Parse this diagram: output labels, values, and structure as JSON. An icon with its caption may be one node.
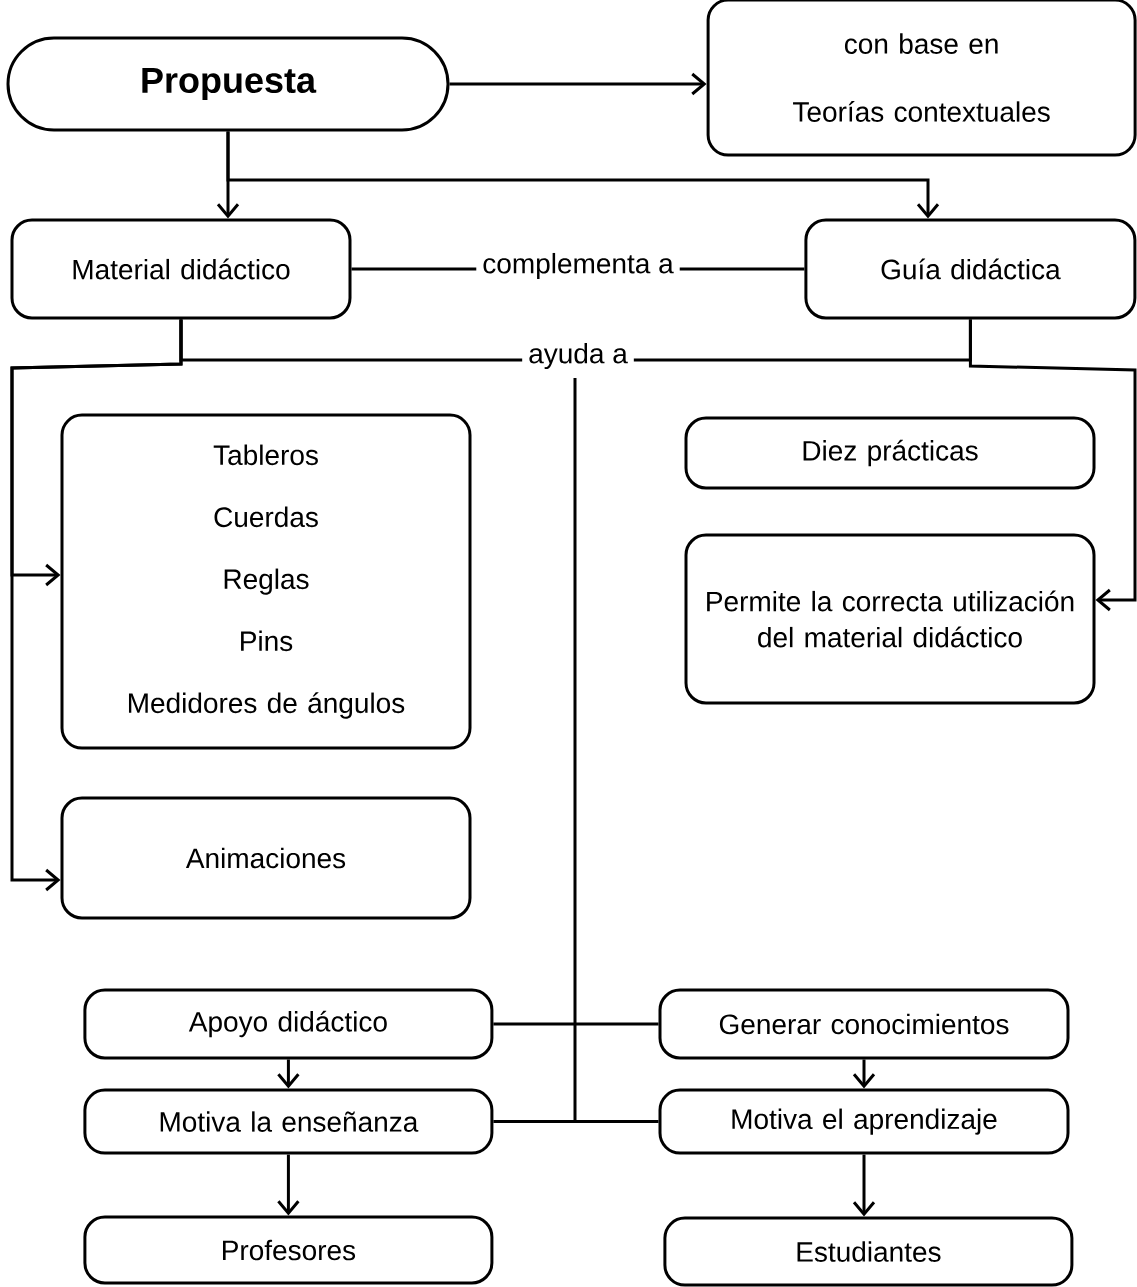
{
  "diagram": {
    "nodes": [
      {
        "text": [
          "Propuesta"
        ]
      },
      {
        "text": [
          "con base en",
          "Teorías contextuales"
        ]
      },
      {
        "text": [
          "Material didáctico"
        ]
      },
      {
        "text": [
          "Guía didáctica"
        ]
      },
      {
        "text": [
          "Tableros",
          "Cuerdas",
          "Reglas",
          "Pins",
          "Medidores de ángulos"
        ]
      },
      {
        "text": [
          "Diez prácticas"
        ]
      },
      {
        "text": [
          "Permite la correcta utilización del material didáctico"
        ]
      },
      {
        "text": [
          "Animaciones"
        ]
      },
      {
        "text": [
          "Apoyo didáctico"
        ]
      },
      {
        "text": [
          "Generar conocimientos"
        ]
      },
      {
        "text": [
          "Motiva la enseñanza"
        ]
      },
      {
        "text": [
          "Motiva el aprendizaje"
        ]
      },
      {
        "text": [
          "Profesores"
        ]
      },
      {
        "text": [
          "Estudiantes"
        ]
      }
    ],
    "edges": [
      {
        "from": 0,
        "to": 1,
        "arrow": "to"
      },
      {
        "from": 0,
        "to": 2,
        "arrow": "to"
      },
      {
        "from": 0,
        "to": 3,
        "arrow": "to"
      },
      {
        "from": 2,
        "to": 3,
        "arrow": "none",
        "label": "complementa a"
      },
      {
        "from": 2,
        "to": 3,
        "arrow": "none",
        "label": "ayuda a"
      },
      {
        "from": 2,
        "to": 4,
        "arrow": "to"
      },
      {
        "from": 2,
        "to": 7,
        "arrow": "to"
      },
      {
        "from": 3,
        "to": 6,
        "arrow": "to"
      },
      {
        "from": 8,
        "to": 9,
        "arrow": "none"
      },
      {
        "from": 10,
        "to": 11,
        "arrow": "none"
      },
      {
        "from": 8,
        "to": 10,
        "arrow": "to"
      },
      {
        "from": 10,
        "to": 12,
        "arrow": "to"
      },
      {
        "from": 9,
        "to": 11,
        "arrow": "to"
      },
      {
        "from": 11,
        "to": 13,
        "arrow": "to"
      }
    ]
  }
}
